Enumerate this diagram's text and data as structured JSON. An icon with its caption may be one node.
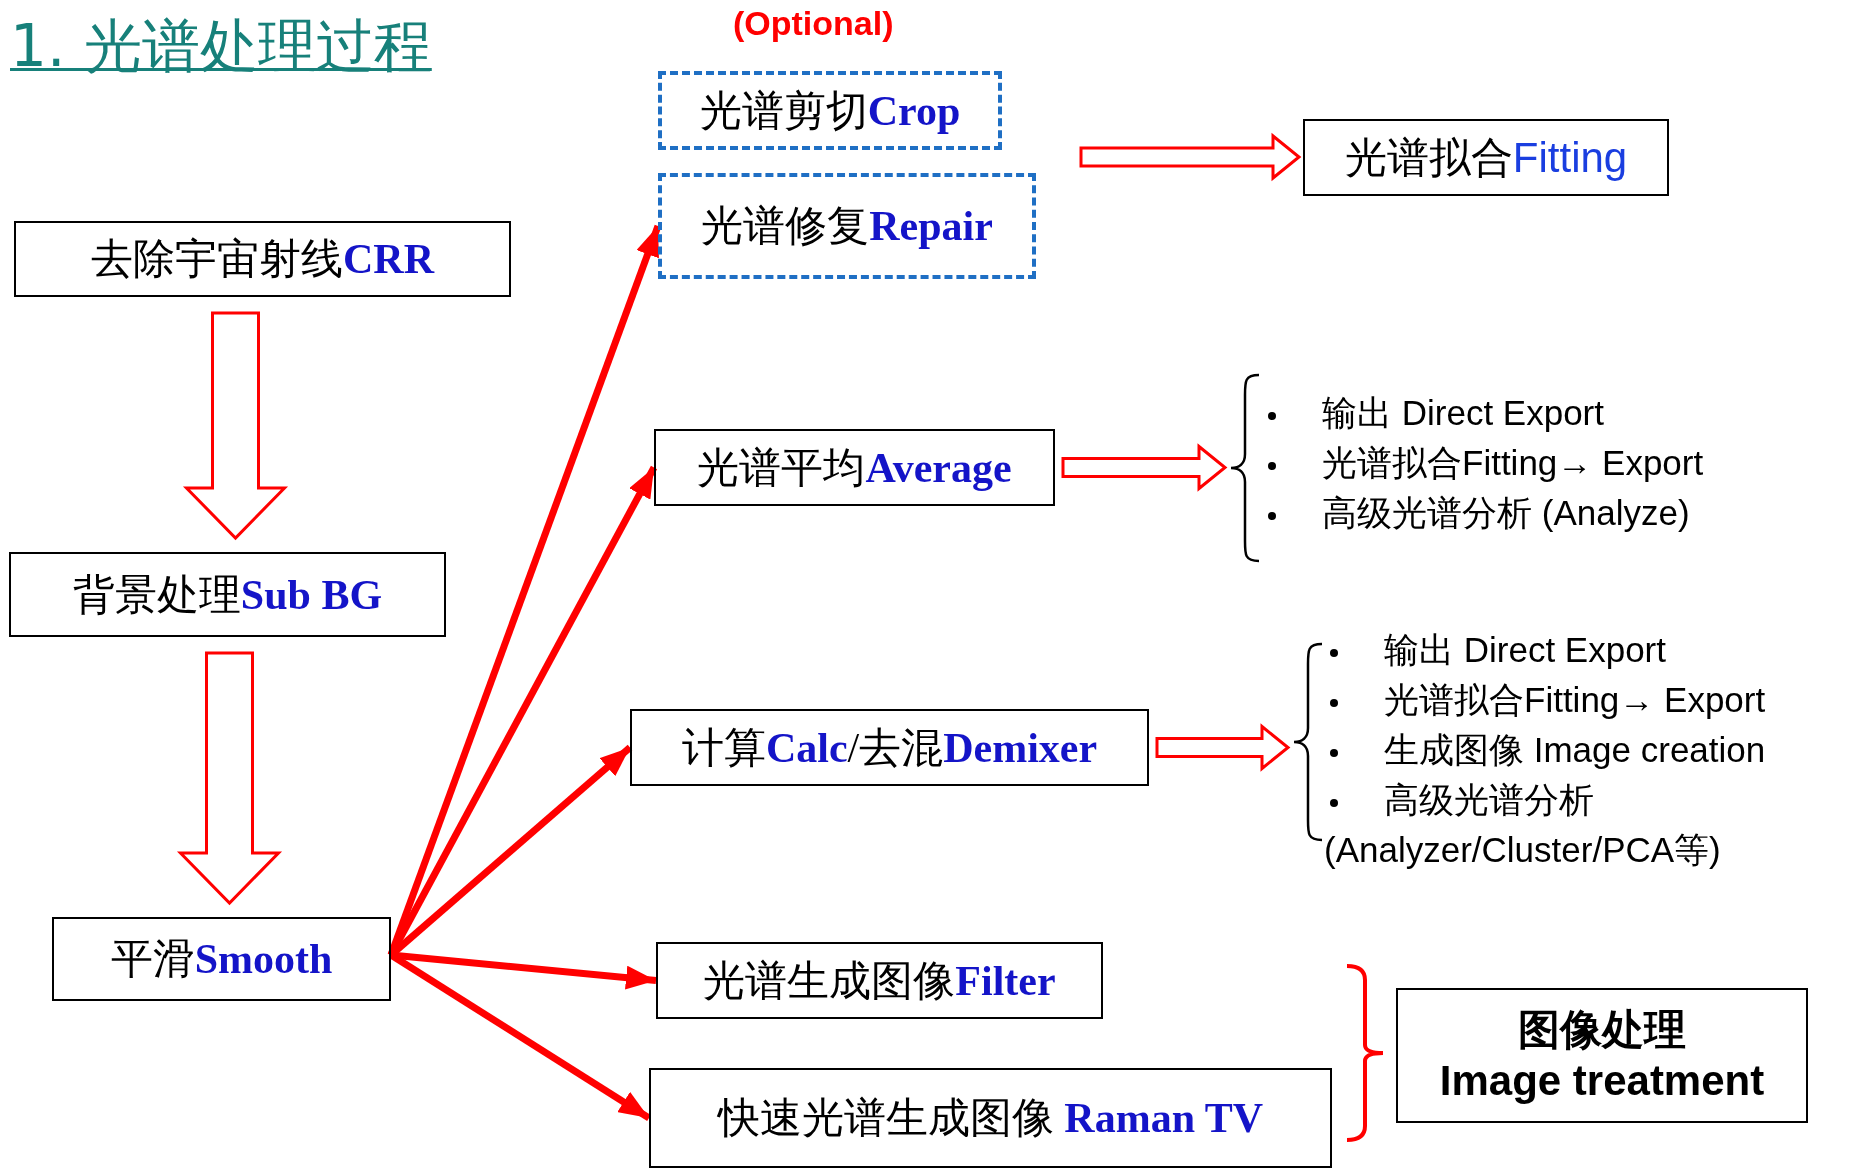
{
  "diagram": {
    "title": "1. 光谱处理过程",
    "nodes": [
      {
        "text": [
          "去除宇宙射线**CRR**"
        ]
      },
      {
        "text": [
          "背景处理**Sub BG**"
        ]
      },
      {
        "text": [
          "平滑**Smooth**"
        ]
      },
      {
        "text": [
          "光谱剪切**Crop**"
        ]
      },
      {
        "text": [
          "光谱修复**Repair**"
        ]
      },
      {
        "text": [
          "光谱拟合**Fitting**"
        ]
      },
      {
        "text": [
          "光谱平均**Average**"
        ]
      },
      {
        "text": [
          "输出 Direct Export",
          "光谱拟合Fitting→ Export",
          "高级光谱分析 (Analyze)"
        ]
      },
      {
        "text": [
          "计算**Calc**/去混**Demixer**"
        ]
      },
      {
        "text": [
          "输出 Direct Export",
          "光谱拟合Fitting→ Export",
          "生成图像 Image creation",
          "高级光谱分析 (Analyzer/Cluster/PCA等)"
        ]
      },
      {
        "text": [
          "光谱生成图像**Filter**"
        ]
      },
      {
        "text": [
          "快速光谱生成图像 **Raman TV**"
        ]
      },
      {
        "text": [
          "图像处理",
          "Image treatment"
        ]
      }
    ],
    "edges": [
      {
        "from": 0,
        "to": 1,
        "arrow": "to",
        "style": "thick"
      },
      {
        "from": 1,
        "to": 2,
        "arrow": "to",
        "style": "thick"
      },
      {
        "from": 2,
        "to": 4,
        "arrow": "to"
      },
      {
        "from": 2,
        "to": 6,
        "arrow": "to"
      },
      {
        "from": 2,
        "to": 8,
        "arrow": "to"
      },
      {
        "from": 2,
        "to": 10,
        "arrow": "to"
      },
      {
        "from": 2,
        "to": 11,
        "arrow": "to"
      },
      {
        "from": null,
        "to": 5,
        "arrow": "to",
        "style": "thick"
      },
      {
        "from": 6,
        "to": 7,
        "arrow": "to",
        "style": "thick"
      },
      {
        "from": 8,
        "to": 9,
        "arrow": "to",
        "style": "thick"
      }
    ],
    "labels": [
      "(Optional)"
    ]
  }
}
